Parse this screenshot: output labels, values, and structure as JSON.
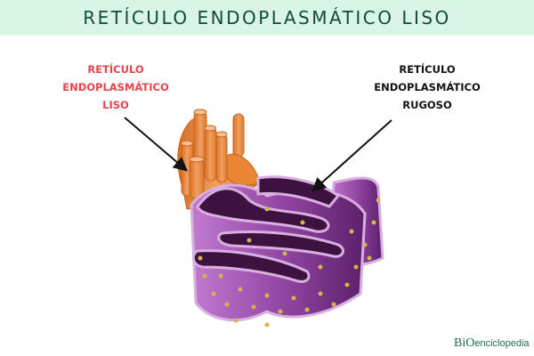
{
  "header": {
    "title": "RETÍCULO ENDOPLASMÁTICO LISO",
    "background": "#d8f5e6",
    "color": "#154a3a"
  },
  "labels": {
    "smooth_er": {
      "lines": [
        "RETÍCULO",
        "ENDOPLASMÁTICO",
        "LISO"
      ],
      "color": "#e8424a"
    },
    "rough_er": {
      "lines": [
        "RETÍCULO",
        "ENDOPLASMÁTICO",
        "RUGOSO"
      ],
      "color": "#111111"
    }
  },
  "illustration": {
    "smooth_er_color": "#e8883a",
    "rough_er_color": "#8a3f9a",
    "lumen_color": "#3d1240",
    "ribosome_color": "#d6b44a"
  },
  "logo": {
    "prefix": "BiO",
    "suffix": "enciclopedia"
  }
}
